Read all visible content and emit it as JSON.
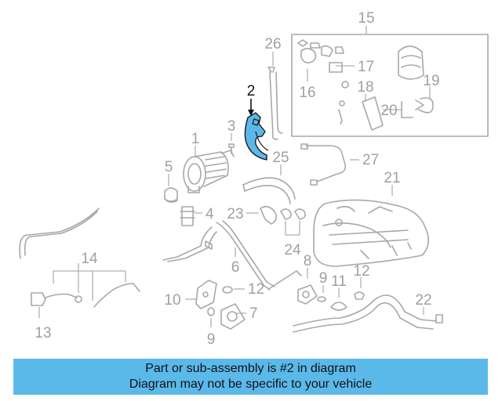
{
  "diagram": {
    "highlighted_part": "2",
    "highlight_color": "#5bb9ea",
    "callouts": {
      "c1": "1",
      "c2": "2",
      "c3": "3",
      "c4": "4",
      "c5": "5",
      "c6": "6",
      "c7": "7",
      "c8": "8",
      "c9a": "9",
      "c9b": "9",
      "c10": "10",
      "c11": "11",
      "c12a": "12",
      "c12b": "12",
      "c13": "13",
      "c14": "14",
      "c15": "15",
      "c16": "16",
      "c17": "17",
      "c18": "18",
      "c19": "19",
      "c20": "20",
      "c21": "21",
      "c22": "22",
      "c23": "23",
      "c24": "24",
      "c25": "25",
      "c26": "26",
      "c27": "27"
    }
  },
  "banner": {
    "line1": "Part or sub-assembly is #2 in diagram",
    "line2": "Diagram may not be specific to your vehicle",
    "color": "#5bb9ea"
  }
}
